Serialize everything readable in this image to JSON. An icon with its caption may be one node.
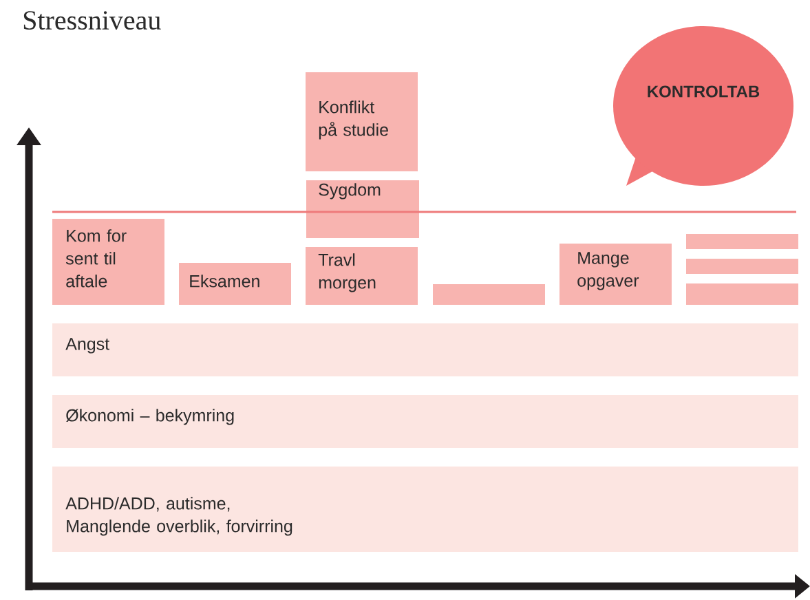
{
  "diagram": {
    "title": "Stressniveau",
    "nodes": [
      {
        "text": [
          "Konflikt på studie"
        ]
      },
      {
        "text": [
          "KONTROLTAB"
        ]
      },
      {
        "text": [
          "Sygdom"
        ]
      },
      {
        "text": [
          "Kom for sent til aftale"
        ]
      },
      {
        "text": [],
        "shape": "bar"
      },
      {
        "text": [
          "Mange opgaver"
        ]
      },
      {
        "text": [
          "Travl morgen"
        ]
      },
      {
        "text": [],
        "shape": "bar"
      },
      {
        "text": [
          "Eksamen"
        ]
      },
      {
        "text": [],
        "shape": "bar"
      },
      {
        "text": [],
        "shape": "bar"
      },
      {
        "text": [
          "Angst"
        ]
      },
      {
        "text": [
          "Økonomi – bekymring"
        ]
      },
      {
        "text": [
          "ADHD/ADD, autisme, Manglende overblik, forvirring"
        ]
      }
    ],
    "edges": []
  }
}
